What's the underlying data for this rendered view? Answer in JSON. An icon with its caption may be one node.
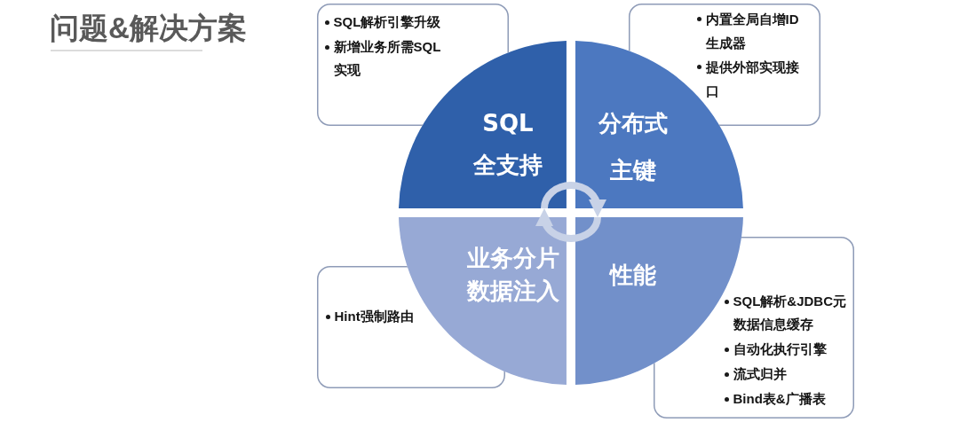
{
  "diagram": {
    "title": "问题&解决方案",
    "nodes": [
      {
        "text": [
          "SQL解析引擎升级",
          "新增业务所需SQL实现"
        ]
      },
      {
        "text": [
          "内置全局自增ID生成器",
          "提供外部实现接口"
        ]
      },
      {
        "text": [
          "SQL全支持"
        ]
      },
      {
        "text": [
          "分布式主键"
        ]
      },
      {
        "text": [
          "业务分片数据注入"
        ]
      },
      {
        "text": [
          "性能"
        ]
      },
      {
        "text": [
          "Hint强制路由"
        ]
      },
      {
        "text": [
          "SQL解析&JDBC元数据信息缓存",
          "自动化执行引擎",
          "流式归并",
          "Bind表&广播表"
        ]
      }
    ],
    "edges": [
      {
        "from": 2,
        "to": 3,
        "arrow": "to"
      },
      {
        "from": 5,
        "to": 4,
        "arrow": "to"
      }
    ]
  }
}
